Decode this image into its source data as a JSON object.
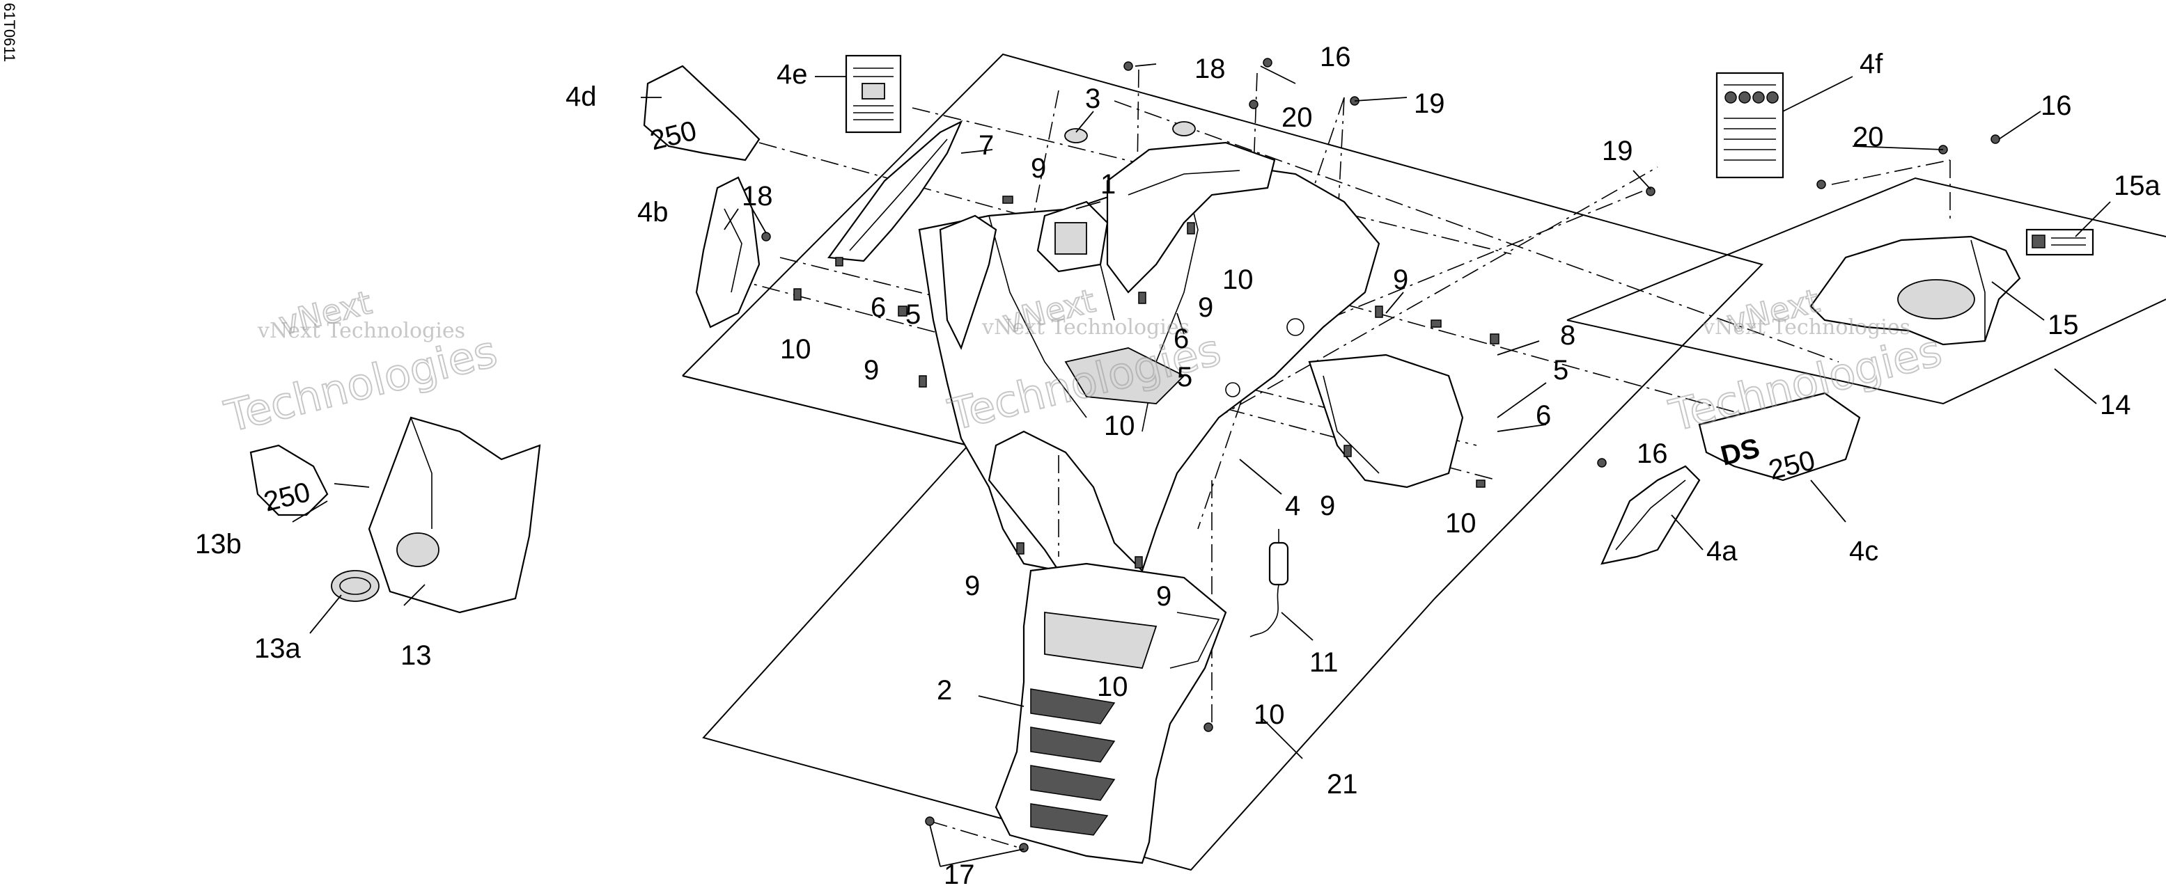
{
  "reference_code": "61T0611",
  "watermark": {
    "line1": "vNext Technologies",
    "line2": "Technologies",
    "line3": "vNext"
  },
  "callouts": [
    {
      "id": "c-1",
      "label": "1"
    },
    {
      "id": "c-2",
      "label": "2"
    },
    {
      "id": "c-3",
      "label": "3"
    },
    {
      "id": "c-4",
      "label": "4"
    },
    {
      "id": "c-4a",
      "label": "4a"
    },
    {
      "id": "c-4b",
      "label": "4b"
    },
    {
      "id": "c-4c",
      "label": "4c"
    },
    {
      "id": "c-4d",
      "label": "4d"
    },
    {
      "id": "c-4e",
      "label": "4e"
    },
    {
      "id": "c-4f",
      "label": "4f"
    },
    {
      "id": "c-5",
      "label": "5"
    },
    {
      "id": "c-6",
      "label": "6"
    },
    {
      "id": "c-7",
      "label": "7"
    },
    {
      "id": "c-8",
      "label": "8"
    },
    {
      "id": "c-9",
      "label": "9"
    },
    {
      "id": "c-10",
      "label": "10"
    },
    {
      "id": "c-11",
      "label": "11"
    },
    {
      "id": "c-13",
      "label": "13"
    },
    {
      "id": "c-13a",
      "label": "13a"
    },
    {
      "id": "c-13b",
      "label": "13b"
    },
    {
      "id": "c-14",
      "label": "14"
    },
    {
      "id": "c-15",
      "label": "15"
    },
    {
      "id": "c-15a",
      "label": "15a"
    },
    {
      "id": "c-16",
      "label": "16"
    },
    {
      "id": "c-17",
      "label": "17"
    },
    {
      "id": "c-18",
      "label": "18"
    },
    {
      "id": "c-19",
      "label": "19"
    },
    {
      "id": "c-20",
      "label": "20"
    },
    {
      "id": "c-21",
      "label": "21"
    }
  ],
  "decal_text": {
    "model_d": "DS",
    "model_n": "250"
  }
}
